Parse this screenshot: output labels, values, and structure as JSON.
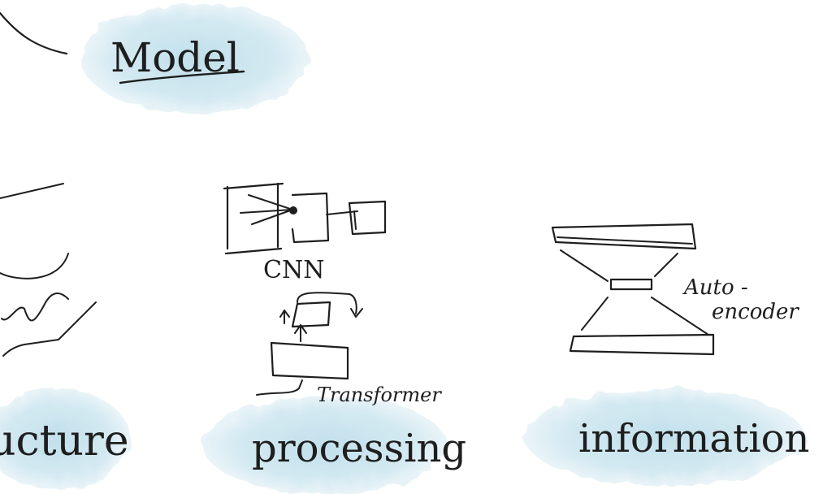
{
  "labels": {
    "model": "Model",
    "structure_partial": "ucture",
    "processing": "processing",
    "information": "information",
    "cnn": "CNN",
    "transformer": "Transformer",
    "auto_line1": "Auto -",
    "auto_line2": "encoder"
  },
  "colors": {
    "ink": "#1e1e1e",
    "blob": "#5aaccb"
  }
}
